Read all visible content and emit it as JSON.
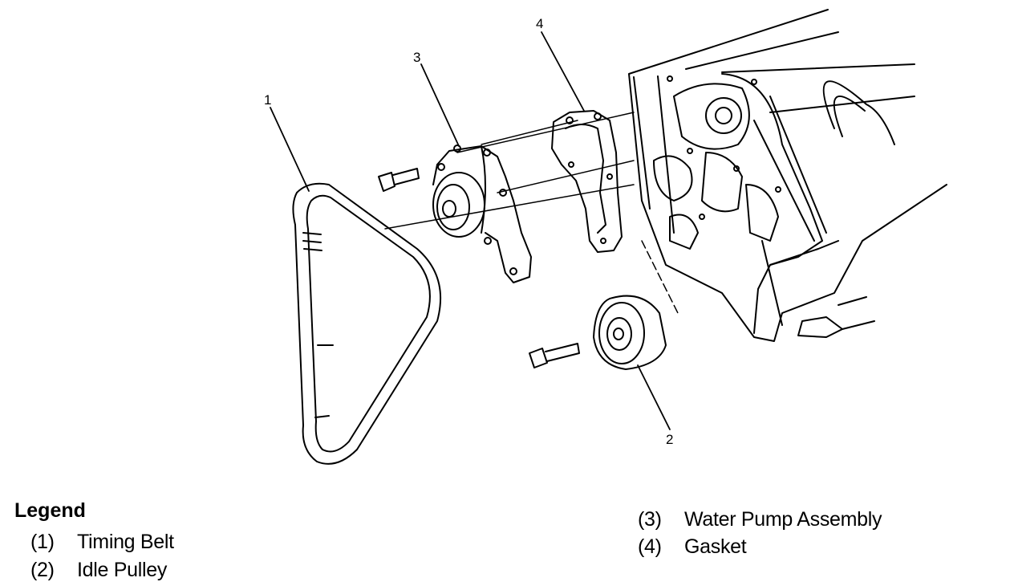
{
  "diagram": {
    "callouts": [
      "1",
      "2",
      "3",
      "4"
    ]
  },
  "legend": {
    "title": "Legend",
    "items": [
      {
        "num": "(1)",
        "label": "Timing Belt"
      },
      {
        "num": "(2)",
        "label": "Idle Pulley"
      },
      {
        "num": "(3)",
        "label": "Water Pump Assembly"
      },
      {
        "num": "(4)",
        "label": "Gasket"
      }
    ]
  }
}
